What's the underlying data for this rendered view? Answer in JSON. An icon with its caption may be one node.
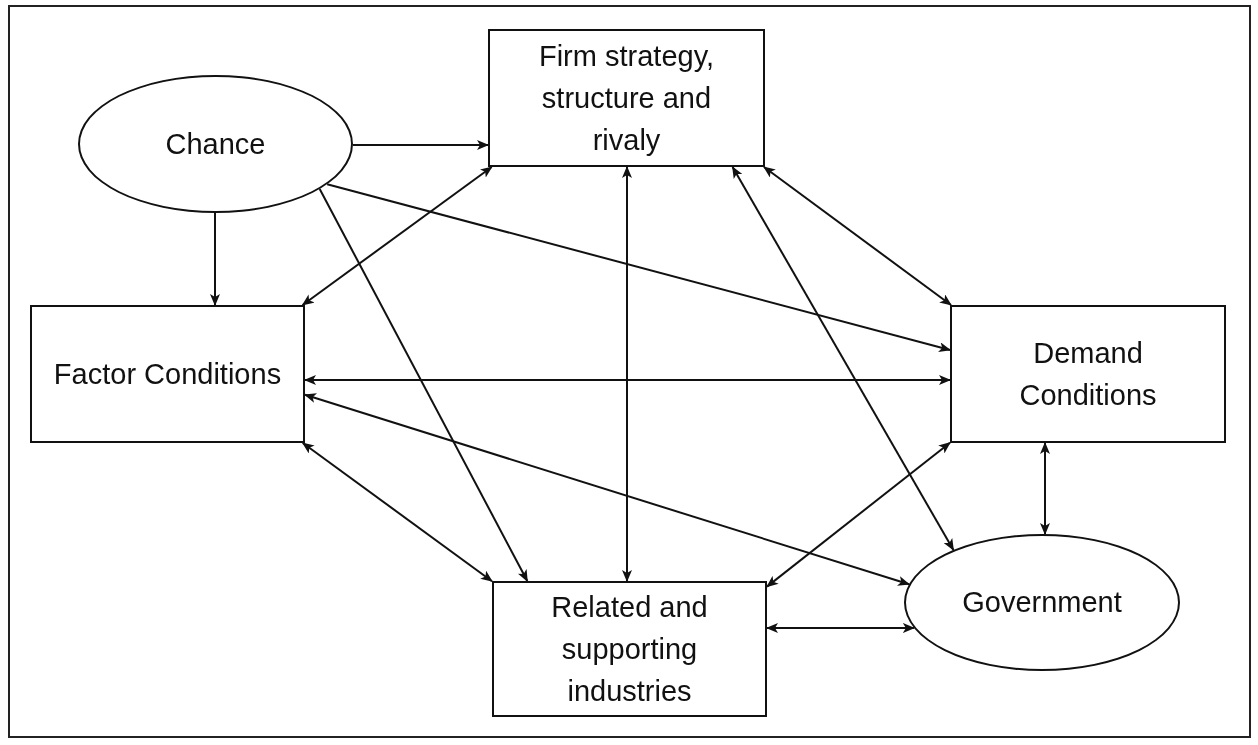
{
  "diagram": {
    "nodes": [
      {
        "text": [
          "Chance"
        ]
      },
      {
        "text": [
          "Firm strategy, structure and rivaly"
        ]
      },
      {
        "text": [
          "Factor Conditions"
        ]
      },
      {
        "text": [
          "Demand Conditions"
        ]
      },
      {
        "text": [
          "Related and supporting industries"
        ]
      },
      {
        "text": [
          "Government"
        ]
      }
    ],
    "edges": [
      {
        "from": 0,
        "to": 1,
        "arrow": "to"
      },
      {
        "from": 0,
        "to": 2,
        "arrow": "to"
      },
      {
        "from": 0,
        "to": 4,
        "arrow": "to"
      },
      {
        "from": 0,
        "to": 3,
        "arrow": "to"
      },
      {
        "from": 1,
        "to": 2,
        "arrow": "both"
      },
      {
        "from": 1,
        "to": 4,
        "arrow": "both"
      },
      {
        "from": 1,
        "to": 5,
        "arrow": "both"
      },
      {
        "from": 1,
        "to": 3,
        "arrow": "both"
      },
      {
        "from": 2,
        "to": 3,
        "arrow": "both"
      },
      {
        "from": 2,
        "to": 5,
        "arrow": "both"
      },
      {
        "from": 2,
        "to": 4,
        "arrow": "both"
      },
      {
        "from": 3,
        "to": 4,
        "arrow": "both"
      },
      {
        "from": 3,
        "to": 5,
        "arrow": "both"
      },
      {
        "from": 4,
        "to": 5,
        "arrow": "both"
      }
    ]
  }
}
